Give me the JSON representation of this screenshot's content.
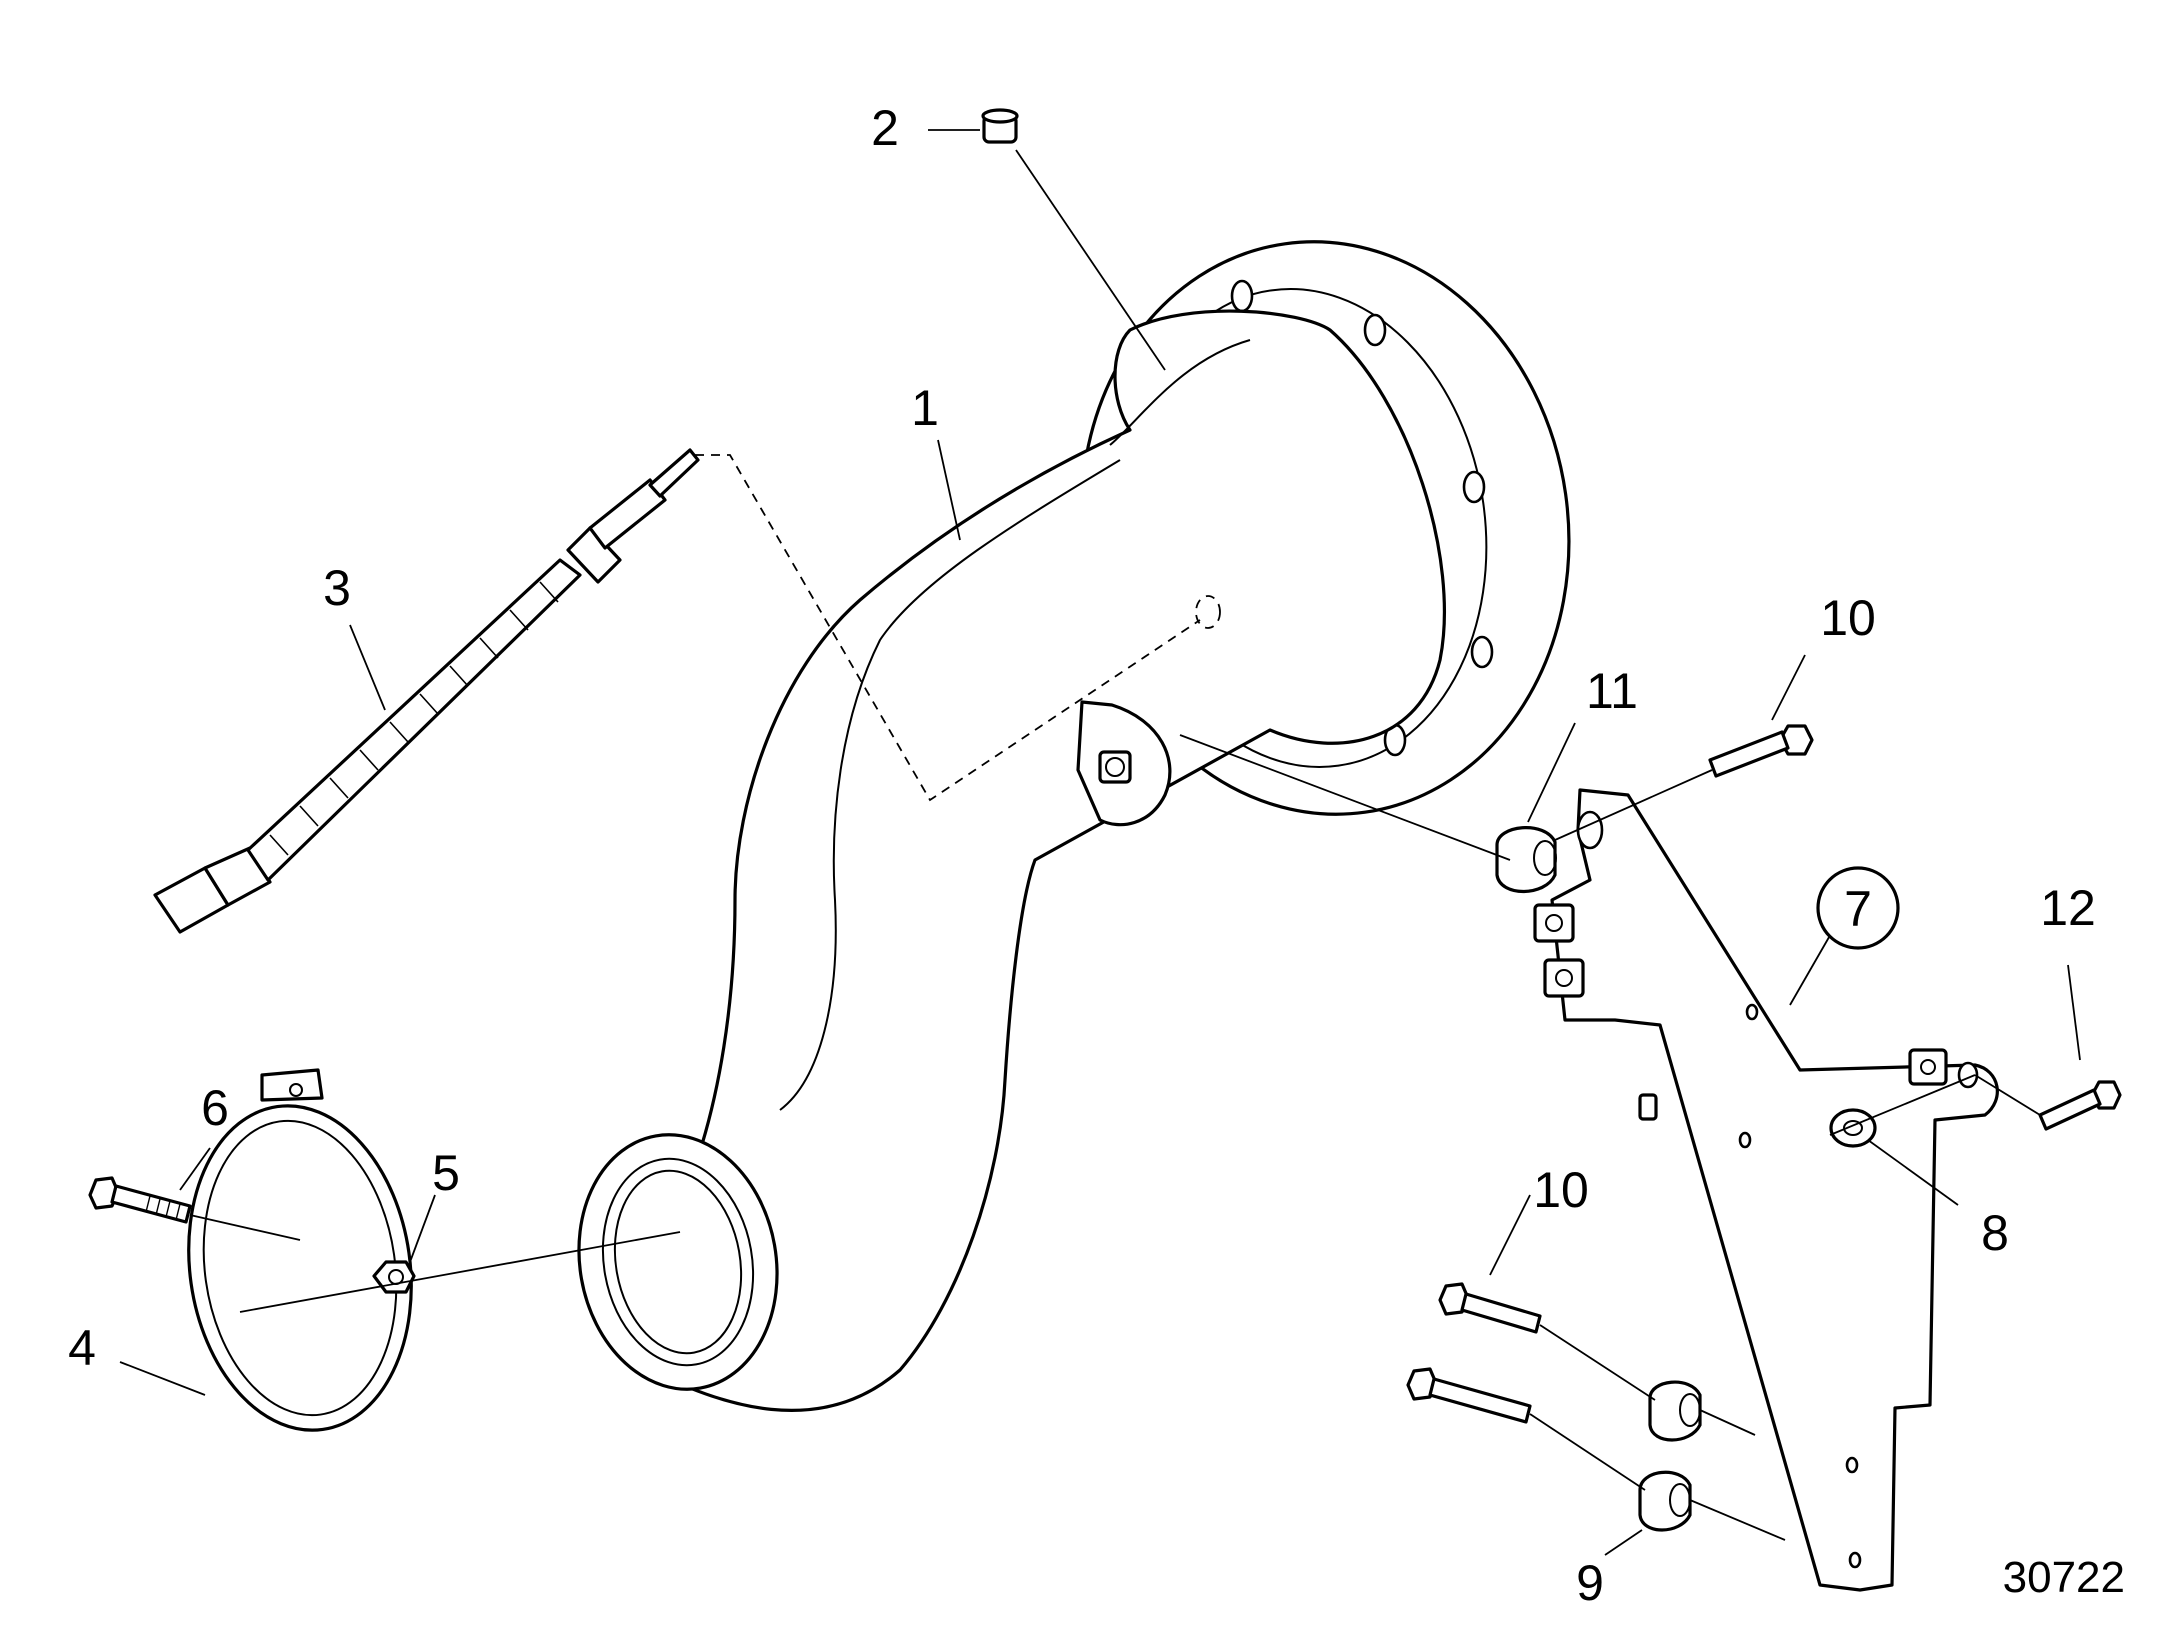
{
  "callouts": {
    "c1": "1",
    "c2": "2",
    "c3": "3",
    "c4": "4",
    "c5": "5",
    "c6": "6",
    "c7": "7",
    "c8": "8",
    "c9": "9",
    "c10_top": "10",
    "c10_bottom": "10",
    "c11": "11",
    "c12": "12"
  },
  "figure_number": "30722",
  "colors": {
    "line": "#000000",
    "background": "#ffffff"
  }
}
